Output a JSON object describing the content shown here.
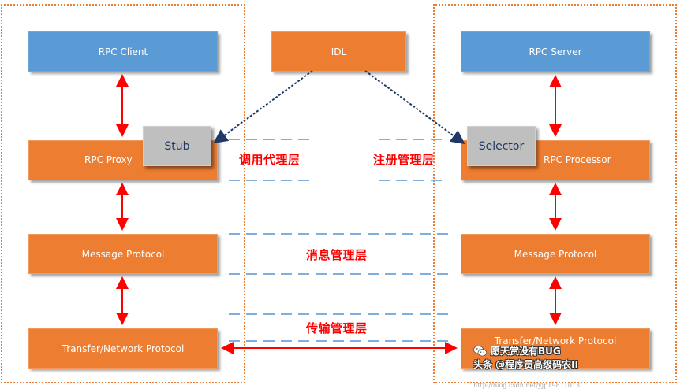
{
  "diagram": {
    "colors": {
      "client_server": "#5b9bd5",
      "component": "#ed7d31",
      "stub_selector": "#bfbfbf",
      "layer_text": "#ff0000",
      "arrow": "#ff0000",
      "idl_arrow": "#1f3864",
      "layer_divider": "#5b9bd5",
      "container_border": "#ed7d31"
    },
    "idl": {
      "label": "IDL"
    },
    "client_side": {
      "client": "RPC Client",
      "proxy": "RPC Proxy",
      "stub": "Stub",
      "message": "Message Protocol",
      "transfer": "Transfer/Network Protocol"
    },
    "server_side": {
      "server": "RPC Server",
      "processor": "RPC Processor",
      "selector": "Selector",
      "message": "Message Protocol",
      "transfer": "Transfer/Network Protocol"
    },
    "layers": {
      "invocation_proxy": "调用代理层",
      "registration": "注册管理层",
      "message": "消息管理层",
      "transport": "传输管理层"
    }
  },
  "watermark": {
    "line1": "愿天赏没有BUG",
    "line2": "头条 @程序员高级码农II",
    "url": "http://blog.csdn.net/yjp19871013"
  }
}
